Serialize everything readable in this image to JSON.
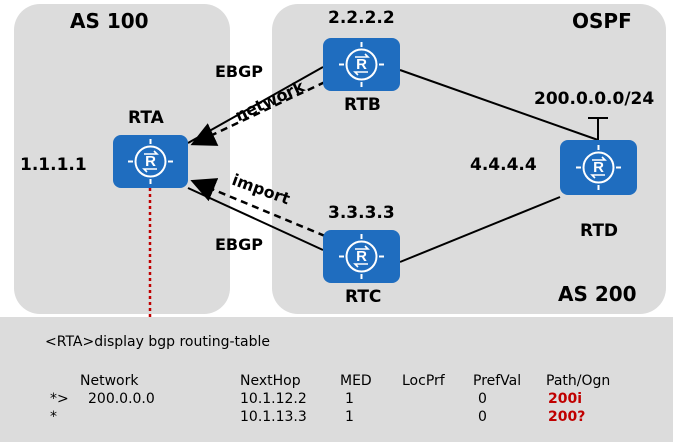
{
  "areas": {
    "as100": "AS 100",
    "ospf": "OSPF",
    "as200": "AS 200"
  },
  "routers": {
    "rta": {
      "name": "RTA",
      "id": "1.1.1.1",
      "icon": "router-icon"
    },
    "rtb": {
      "name": "RTB",
      "id": "2.2.2.2",
      "icon": "router-icon"
    },
    "rtc": {
      "name": "RTC",
      "id": "3.3.3.3",
      "icon": "router-icon"
    },
    "rtd": {
      "name": "RTD",
      "id": "4.4.4.4",
      "icon": "router-icon"
    }
  },
  "links": {
    "ebgp_top": "EBGP",
    "ebgp_bottom": "EBGP",
    "network": "network",
    "import": "import",
    "network_prefix": "200.0.0.0/24"
  },
  "colors": {
    "router_fill": "#1f6dbf",
    "zone": "#dcdcdc",
    "path_red": "#c00000"
  },
  "cli": {
    "command": "<RTA>display bgp routing-table",
    "headers": {
      "network": "Network",
      "nexthop": "NextHop",
      "med": "MED",
      "locprf": "LocPrf",
      "prefval": "PrefVal",
      "path": "Path/Ogn"
    },
    "rows": [
      {
        "status": "*>",
        "network": "200.0.0.0",
        "nexthop": "10.1.12.2",
        "med": "1",
        "prefval": "0",
        "path": "200i"
      },
      {
        "status": "*",
        "network": "",
        "nexthop": "10.1.13.3",
        "med": "1",
        "prefval": "0",
        "path": "200?"
      }
    ]
  }
}
